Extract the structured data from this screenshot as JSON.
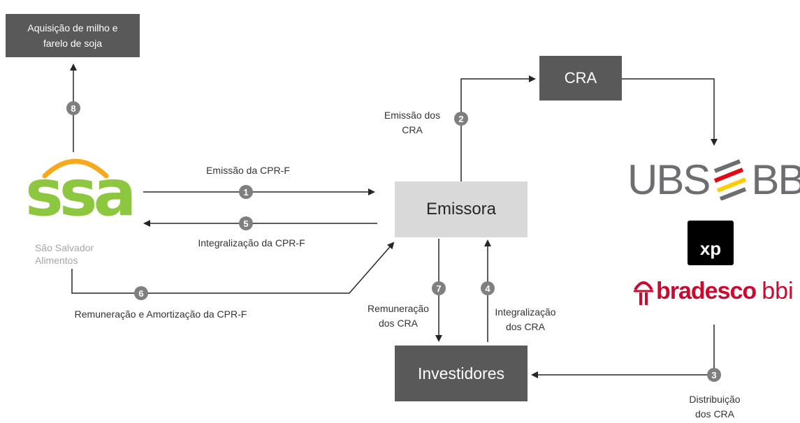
{
  "boxes": {
    "aquisicao": "Aquisição de milho e farelo de soja",
    "cra": "CRA",
    "emissora": "Emissora",
    "investidores": "Investidores"
  },
  "logos": {
    "ssa_text": "ssa",
    "ssa_caption": "São Salvador Alimentos",
    "ubs_bb_left": "UBS",
    "ubs_bb_right": "BB",
    "xp": "xp",
    "bradesco_bold": "bradesco",
    "bradesco_light": "bbi"
  },
  "flows": {
    "emissao_cpr": "Emissão da CPR-F",
    "integralizacao_cpr": "Integralização da CPR-F",
    "emissao_cra": "Emissão dos CRA",
    "remuneracao_amortizacao": "Remuneração e Amortização da CPR-F",
    "remuneracao_cra": "Remuneração dos CRA",
    "integralizacao_cra": "Integralização dos CRA",
    "distribuicao_cra": "Distribuição dos CRA"
  },
  "steps": [
    "1",
    "2",
    "3",
    "4",
    "5",
    "6",
    "7",
    "8"
  ],
  "colors": {
    "dark_box": "#595959",
    "light_box": "#d9d9d9",
    "ssa_green": "#8dc63f",
    "ssa_arc": "#f7a81b",
    "bradesco_red": "#cc092f",
    "ubs_gray": "#6d6e71"
  }
}
